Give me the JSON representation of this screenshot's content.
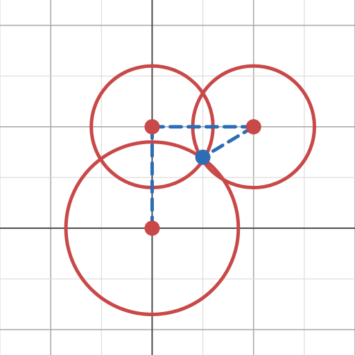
{
  "colors": {
    "background": "#ffffff",
    "circles": "#c94848",
    "centers": "#c94848",
    "intersection": "#2c6db5",
    "segments": "#2c6db5",
    "minor_grid": "#dcdcdc",
    "major_grid": "#aaaaaa",
    "axes": "#4a4a4a"
  },
  "chart_data": {
    "type": "geometry",
    "view": {
      "xlim": [
        -3,
        4
      ],
      "ylim": [
        -2.5,
        4.5
      ]
    },
    "grid": true,
    "minor_grid_step": 1,
    "major_grid_step": 2,
    "circles": [
      {
        "center": [
          0,
          2
        ],
        "radius": 1.2
      },
      {
        "center": [
          2,
          2
        ],
        "radius": 1.2
      },
      {
        "center": [
          0,
          0
        ],
        "radius": 1.7
      }
    ],
    "intersection_point": [
      1,
      1.4
    ],
    "dashed_segments": [
      {
        "from": [
          0,
          0
        ],
        "to": [
          0,
          2
        ]
      },
      {
        "from": [
          0,
          2
        ],
        "to": [
          2,
          2
        ]
      },
      {
        "from": [
          2,
          2
        ],
        "to": [
          1,
          1.4
        ]
      }
    ]
  }
}
